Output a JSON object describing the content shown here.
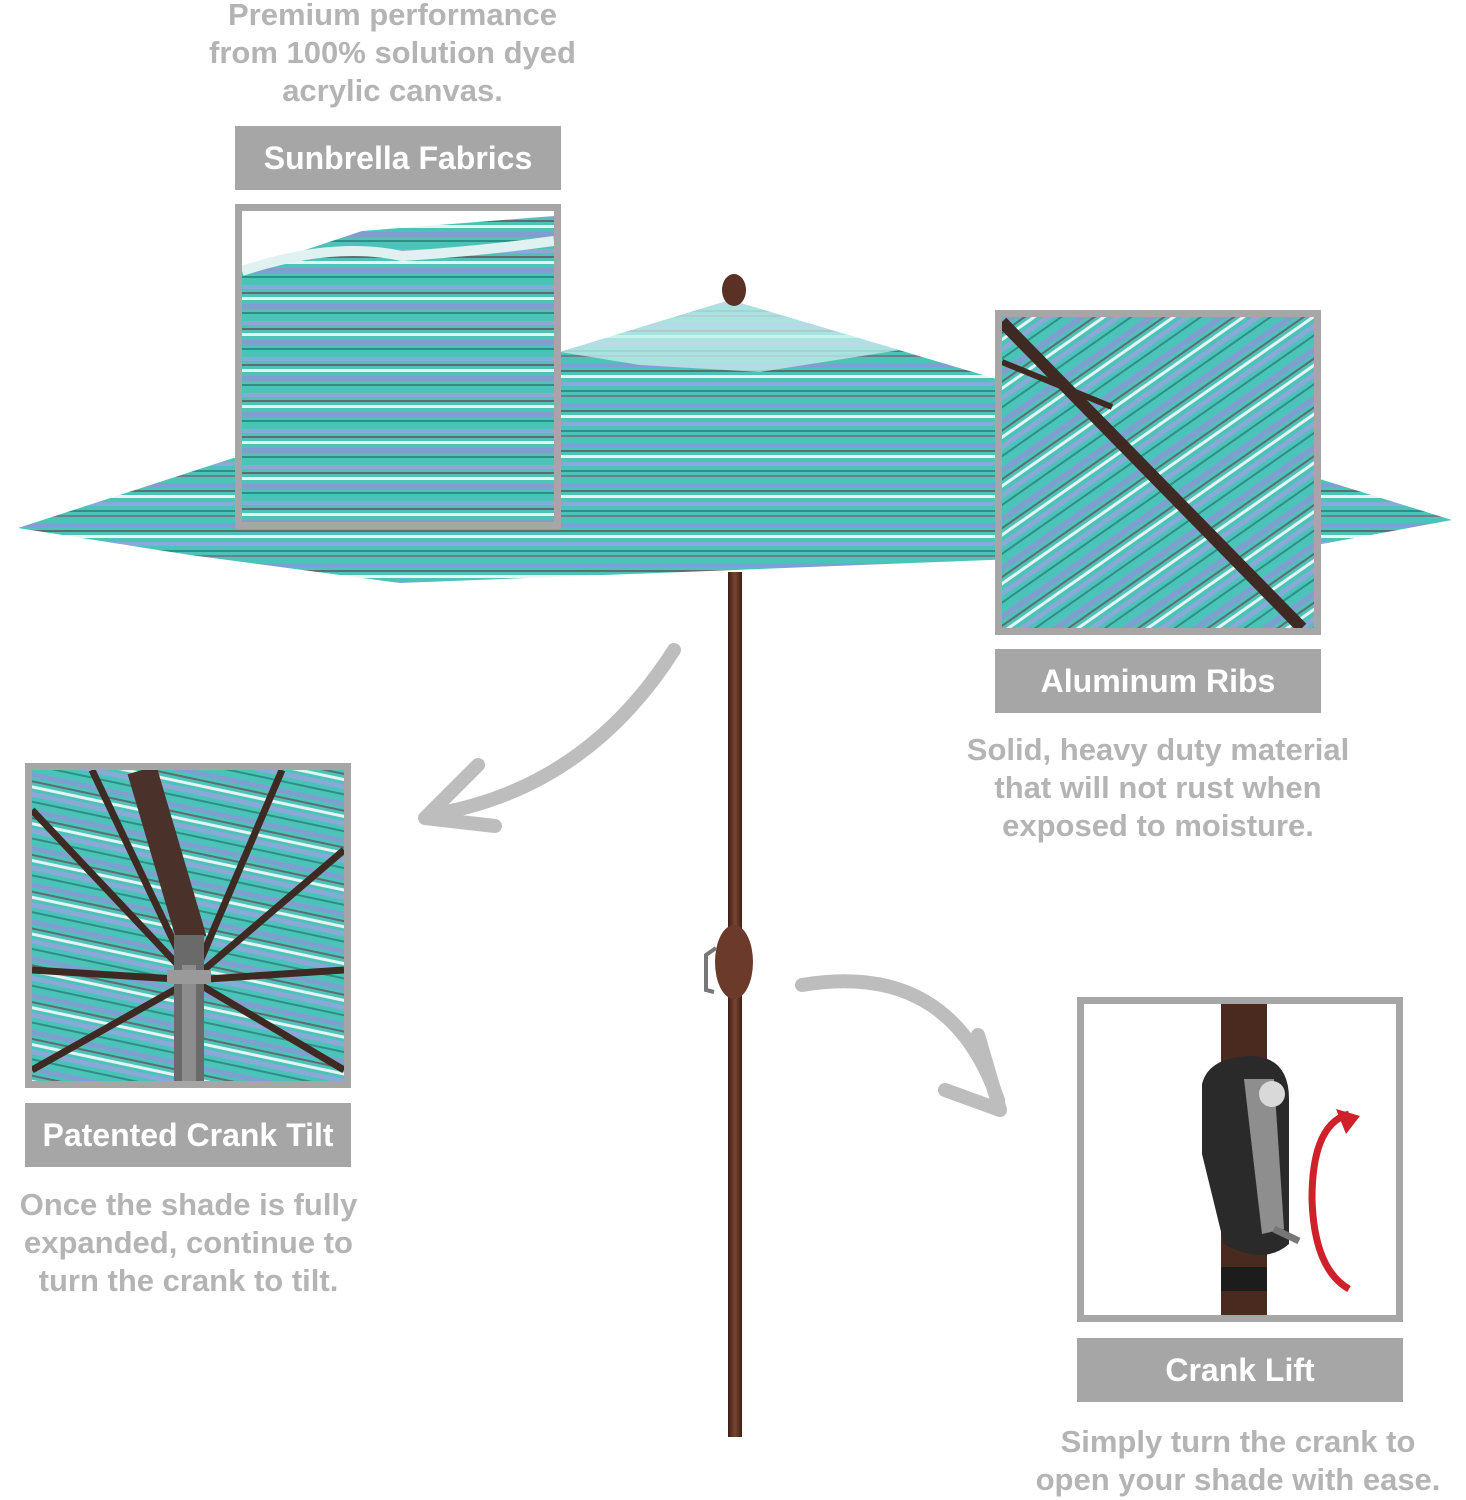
{
  "features": [
    {
      "id": "sunbrella",
      "title": "Sunbrella Fabrics",
      "description": "Premium performance\nfrom 100% solution dyed\nacrylic canvas."
    },
    {
      "id": "ribs",
      "title": "Aluminum Ribs",
      "description": "Solid, heavy duty material\nthat will not rust when\nexposed to moisture."
    },
    {
      "id": "tilt",
      "title": "Patented Crank Tilt",
      "description": "Once the shade is fully\nexpanded, continue to\nturn the crank to tilt."
    },
    {
      "id": "lift",
      "title": "Crank Lift",
      "description": "Simply turn the crank to\nopen your shade with ease."
    }
  ],
  "colors": {
    "label_bg": "#a6a6a6",
    "desc_text": "#b4b4b4",
    "canopy_teal": "#4cc3b9",
    "stripe_blue": "#7f9fd0",
    "stripe_gray": "#5f6c72",
    "pole_bronze": "#5a3124",
    "rotation_arrow": "#d0202a"
  },
  "icons": [
    "curved-arrow-left-icon",
    "curved-arrow-right-icon",
    "rotation-arrow-icon"
  ]
}
